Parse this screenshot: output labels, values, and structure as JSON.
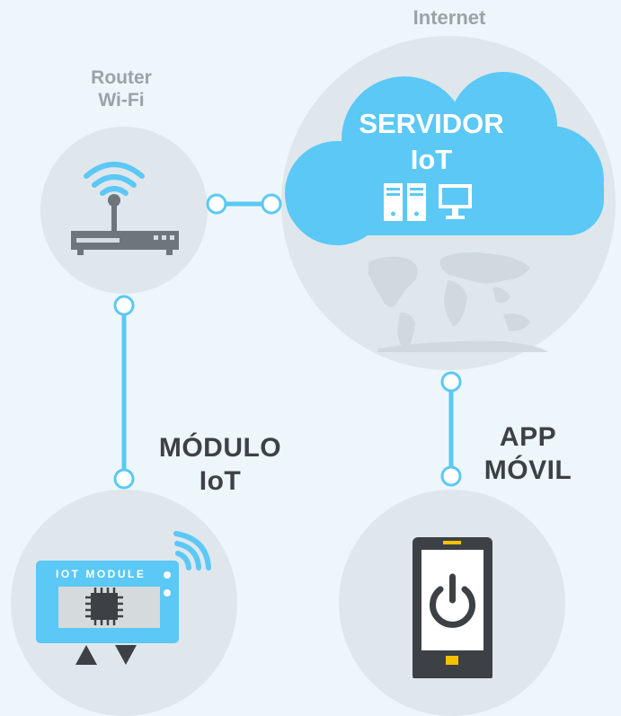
{
  "internet": {
    "label": "Internet"
  },
  "router": {
    "label_line1": "Router",
    "label_line2": "Wi-Fi"
  },
  "server": {
    "label_line1": "SERVIDOR",
    "label_line2": "IoT"
  },
  "module": {
    "label_line1": "MÓDULO",
    "label_line2": "IoT",
    "board_text": "IOT MODULE"
  },
  "app": {
    "label_line1": "APP",
    "label_line2": "MÓVIL"
  },
  "colors": {
    "background": "#ecf6fb",
    "node_circle": "#dfe7ec",
    "connector": "#5bc8f5",
    "cloud": "#5bc8f5",
    "device_dark": "#3d4145"
  },
  "icons": [
    "wifi-router-icon",
    "server-rack-icon",
    "monitor-icon",
    "world-map-icon",
    "chip-icon",
    "wifi-signal-icon",
    "smartphone-icon",
    "power-icon"
  ]
}
